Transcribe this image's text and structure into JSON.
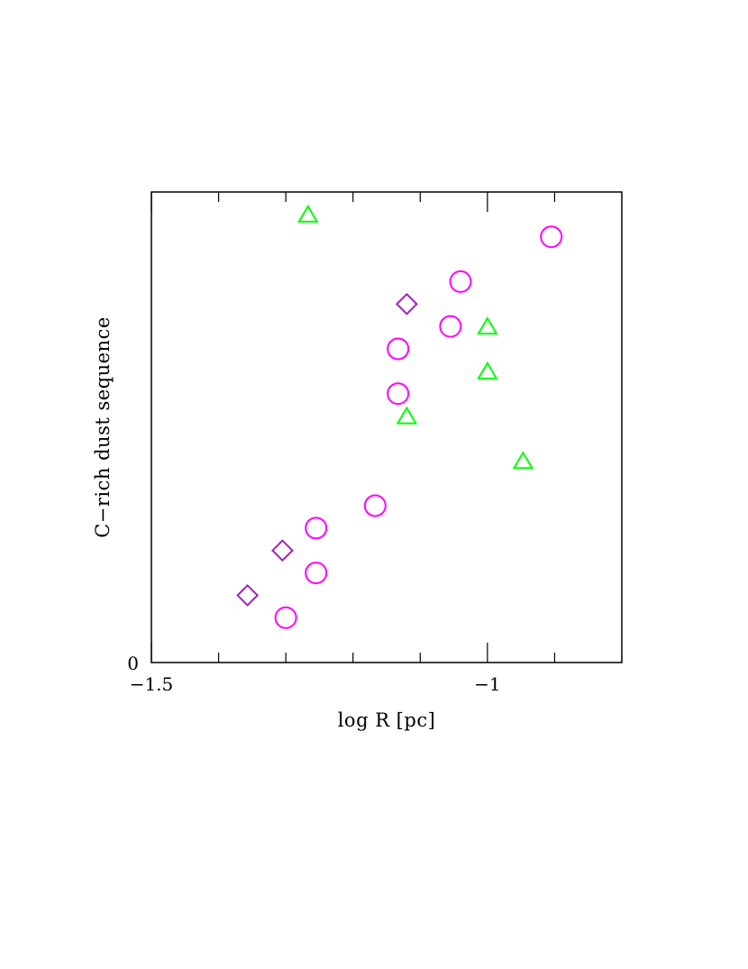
{
  "chart_data": {
    "type": "scatter",
    "title": "",
    "xlabel": "log R [pc]",
    "ylabel": "C−rich dust sequence",
    "xlim": [
      -1.5,
      -0.8
    ],
    "ylim": [
      0,
      21
    ],
    "x_tick_labels": [
      {
        "value": -1.5,
        "label": "−1.5"
      },
      {
        "value": -1.0,
        "label": "−1"
      }
    ],
    "y_tick_labels": [
      {
        "value": 0,
        "label": "0"
      }
    ],
    "x_major_ticks": [
      -1.5,
      -1.0
    ],
    "x_minor_ticks": [
      -1.4,
      -1.3,
      -1.2,
      -1.1,
      -0.9
    ],
    "series": [
      {
        "marker": "circle",
        "color": "#ff00ff",
        "points": [
          {
            "x": -0.905,
            "y": 19
          },
          {
            "x": -1.04,
            "y": 17
          },
          {
            "x": -1.055,
            "y": 15
          },
          {
            "x": -1.133,
            "y": 14
          },
          {
            "x": -1.133,
            "y": 12
          },
          {
            "x": -1.167,
            "y": 7
          },
          {
            "x": -1.255,
            "y": 6
          },
          {
            "x": -1.255,
            "y": 4
          },
          {
            "x": -1.3,
            "y": 2
          }
        ]
      },
      {
        "marker": "triangle",
        "color": "#00ff00",
        "points": [
          {
            "x": -1.267,
            "y": 20
          },
          {
            "x": -1.0,
            "y": 15
          },
          {
            "x": -1.0,
            "y": 13
          },
          {
            "x": -1.12,
            "y": 11
          },
          {
            "x": -0.947,
            "y": 9
          }
        ]
      },
      {
        "marker": "diamond",
        "color": "#a020c0",
        "points": [
          {
            "x": -1.12,
            "y": 16
          },
          {
            "x": -1.305,
            "y": 5
          },
          {
            "x": -1.357,
            "y": 3
          }
        ]
      }
    ]
  }
}
